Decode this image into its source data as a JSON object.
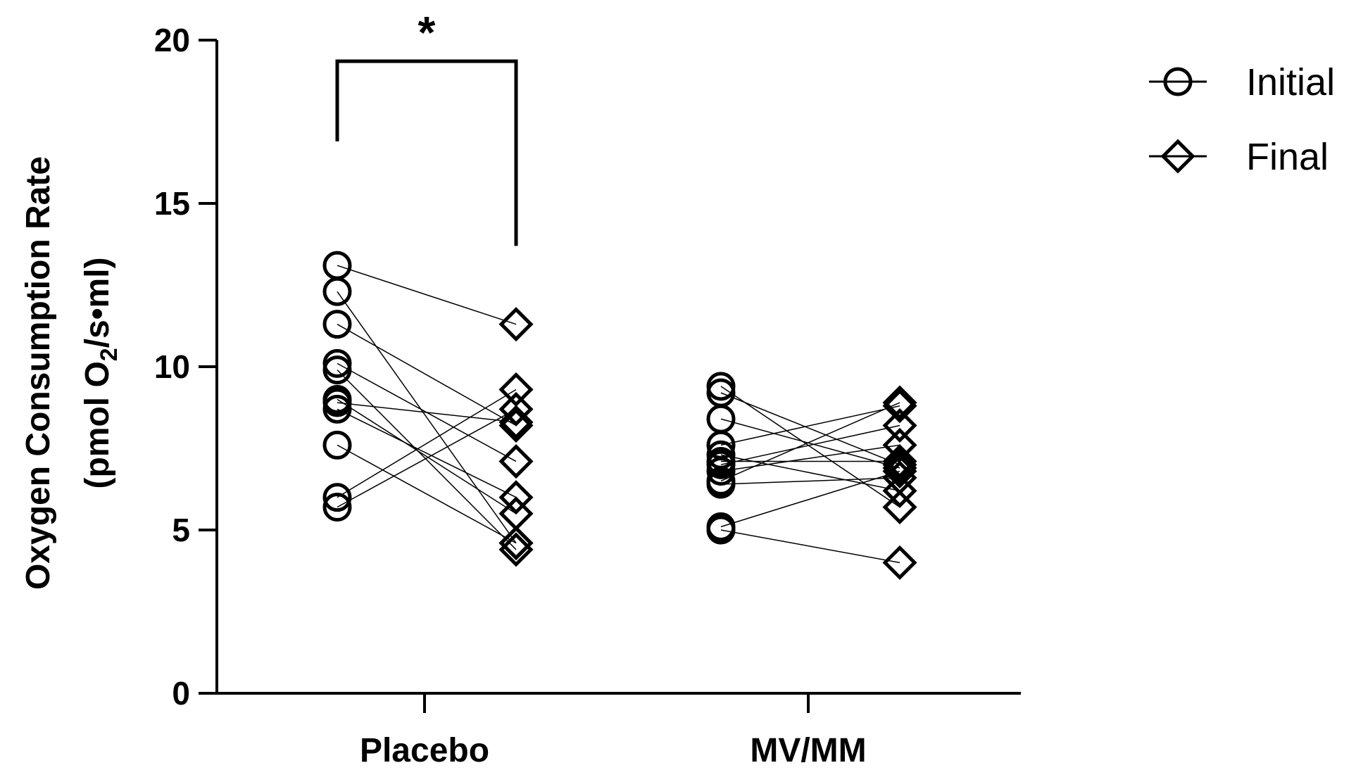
{
  "chart_data": {
    "type": "scatter",
    "ylabel_line1": "Oxygen Consumption Rate",
    "ylabel_line2_pre": "(pmol O",
    "ylabel_line2_sub": "2",
    "ylabel_line2_post": "/s•ml)",
    "ylim": [
      0,
      20
    ],
    "yticks": [
      0,
      5,
      10,
      15,
      20
    ],
    "categories": [
      "Placebo",
      "MV/MM"
    ],
    "series": [
      {
        "name": "Initial",
        "marker": "circle"
      },
      {
        "name": "Final",
        "marker": "diamond"
      }
    ],
    "significance": {
      "label": "*",
      "group": "Placebo"
    },
    "groups": [
      {
        "category": "Placebo",
        "pairs": [
          {
            "initial": 13.1,
            "final": 11.3
          },
          {
            "initial": 12.3,
            "final": 4.6
          },
          {
            "initial": 11.3,
            "final": 8.2
          },
          {
            "initial": 10.1,
            "final": 7.1
          },
          {
            "initial": 9.9,
            "final": 4.4
          },
          {
            "initial": 9.0,
            "final": 5.5
          },
          {
            "initial": 8.9,
            "final": 8.3
          },
          {
            "initial": 8.7,
            "final": 6.0
          },
          {
            "initial": 7.6,
            "final": 4.6
          },
          {
            "initial": 6.0,
            "final": 9.3
          },
          {
            "initial": 5.7,
            "final": 8.7
          }
        ]
      },
      {
        "category": "MV/MM",
        "pairs": [
          {
            "initial": 9.4,
            "final": 5.7
          },
          {
            "initial": 9.2,
            "final": 7.0
          },
          {
            "initial": 8.4,
            "final": 6.9
          },
          {
            "initial": 7.6,
            "final": 8.8
          },
          {
            "initial": 7.3,
            "final": 6.2
          },
          {
            "initial": 7.1,
            "final": 7.1
          },
          {
            "initial": 7.0,
            "final": 8.2
          },
          {
            "initial": 6.8,
            "final": 7.6
          },
          {
            "initial": 6.5,
            "final": 8.9
          },
          {
            "initial": 6.4,
            "final": 6.6
          },
          {
            "initial": 5.1,
            "final": 6.8
          },
          {
            "initial": 5.0,
            "final": 4.0
          }
        ]
      }
    ]
  }
}
